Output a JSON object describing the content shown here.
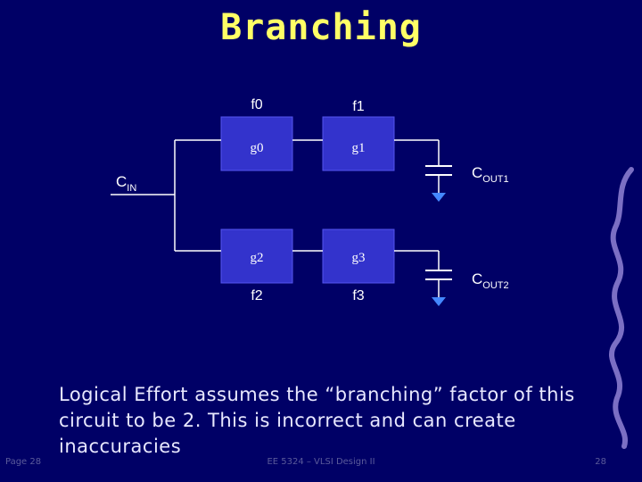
{
  "title": "Branching",
  "diagram": {
    "labels": {
      "f0": "f0",
      "f1": "f1",
      "f2": "f2",
      "f3": "f3",
      "g0": "g0",
      "g1": "g1",
      "g2": "g2",
      "g3": "g3",
      "cin_main": "C",
      "cin_sub": "IN",
      "cout1_main": "C",
      "cout1_sub": "OUT1",
      "cout2_main": "C",
      "cout2_sub": "OUT2"
    },
    "colors": {
      "box": "#3333cc",
      "wire": "#ffffff",
      "capacitor": "#ffffff",
      "ground": "#4488ff"
    }
  },
  "body_text": "Logical Effort assumes the “branching” factor of this circuit to be 2. This is incorrect and can create inaccuracies",
  "footer": {
    "left": "Page 28",
    "center": "EE 5324 – VLSI Design II",
    "right": "28"
  }
}
